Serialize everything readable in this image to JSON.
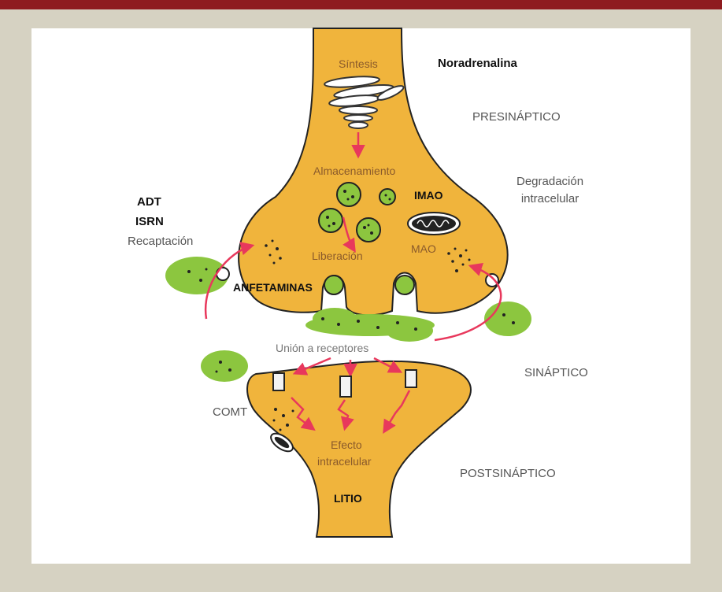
{
  "colors": {
    "neuron": "#f0b43c",
    "vesicle": "#8cc63f",
    "arrow": "#e8385c",
    "outline": "#222222",
    "frame_top": "#8e1b1f"
  },
  "labels": {
    "title": "Noradrenalina",
    "presynaptic": "PRESINÁPTICO",
    "degradation": "Degradación\nintracelular",
    "adt": "ADT",
    "isrn": "ISRN",
    "reuptake": "Recaptación",
    "synaptic": "SINÁPTICO",
    "comt": "COMT",
    "postsynaptic": "POSTSINÁPTICO"
  },
  "inner_labels": {
    "synthesis": "Síntesis",
    "storage": "Almacenamiento",
    "imao": "IMAO",
    "release": "Liberación",
    "mao": "MAO",
    "amphetamines": "ANFETAMINAS",
    "receptor_binding": "Unión a receptores",
    "effect_line1": "Efecto",
    "effect_line2": "intracelular",
    "lithium": "LITIO"
  },
  "icons": [
    "mitochondrion-icon",
    "vesicle-icon",
    "receptor-icon",
    "arrow-icon"
  ]
}
